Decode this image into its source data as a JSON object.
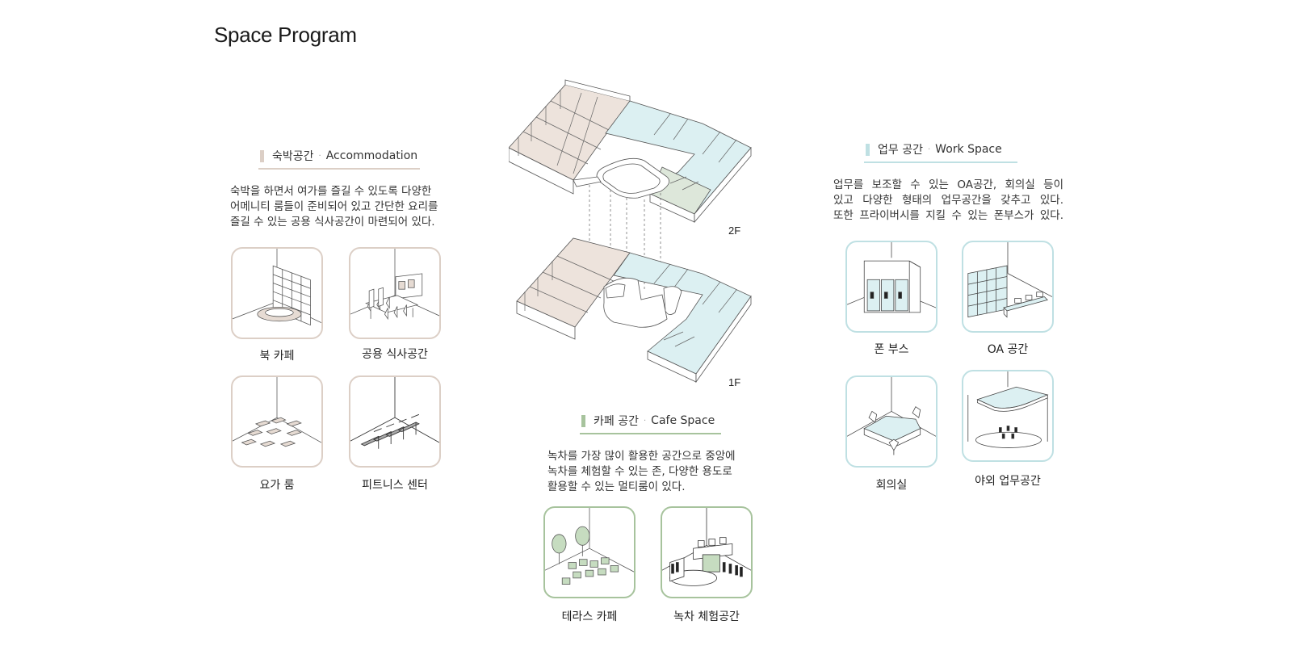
{
  "page_title": "Space Program",
  "colors": {
    "accommodation": "#dccfc6",
    "accommodation_fill": "#e6dbd3",
    "work": "#bfe0e3",
    "work_fill": "#dcf0f2",
    "cafe": "#a7c39d",
    "cafe_fill": "#c6dcc0"
  },
  "accommodation": {
    "title_ko": "숙박공간",
    "separator": "·",
    "title_en": "Accommodation",
    "desc_lines": [
      "숙박을 하면서 여가를 즐길 수 있도록 다양한",
      "어메니티 룸들이 준비되어 있고 간단한 요리를",
      "즐길 수 있는 공용 식사공간이 마련되어 있다."
    ],
    "items": [
      {
        "label": "북 카페",
        "icon": "bookshelf-icon"
      },
      {
        "label": "공용 식사공간",
        "icon": "dining-table-icon"
      },
      {
        "label": "요가 룸",
        "icon": "yoga-mat-icon"
      },
      {
        "label": "피트니스 센터",
        "icon": "treadmill-icon"
      }
    ]
  },
  "work": {
    "title_ko": "업무 공간",
    "separator": "·",
    "title_en": "Work Space",
    "desc_lines": [
      "업무를 보조할 수 있는 OA공간, 회의실 등이",
      "있고 다양한 형태의 업무공간을 갖추고 있다.",
      "또한 프라이버시를 지킬 수 있는 폰부스가 있다."
    ],
    "items": [
      {
        "label": "폰 부스",
        "icon": "phone-booth-icon"
      },
      {
        "label": "OA 공간",
        "icon": "cabinet-icon"
      },
      {
        "label": "회의실",
        "icon": "meeting-table-icon"
      },
      {
        "label": "야외 업무공간",
        "icon": "outdoor-desk-icon"
      }
    ]
  },
  "cafe": {
    "title_ko": "카페 공간",
    "separator": "·",
    "title_en": "Cafe Space",
    "desc_lines": [
      "녹차를 가장 많이 활용한 공간으로 중앙에",
      "녹차를 체험할 수 있는 존, 다양한 용도로",
      "활용할 수 있는 멀티룸이 있다."
    ],
    "items": [
      {
        "label": "테라스 카페",
        "icon": "terrace-tree-icon"
      },
      {
        "label": "녹차 체험공간",
        "icon": "tea-bar-icon"
      }
    ]
  },
  "floors": {
    "upper": "2F",
    "lower": "1F"
  }
}
